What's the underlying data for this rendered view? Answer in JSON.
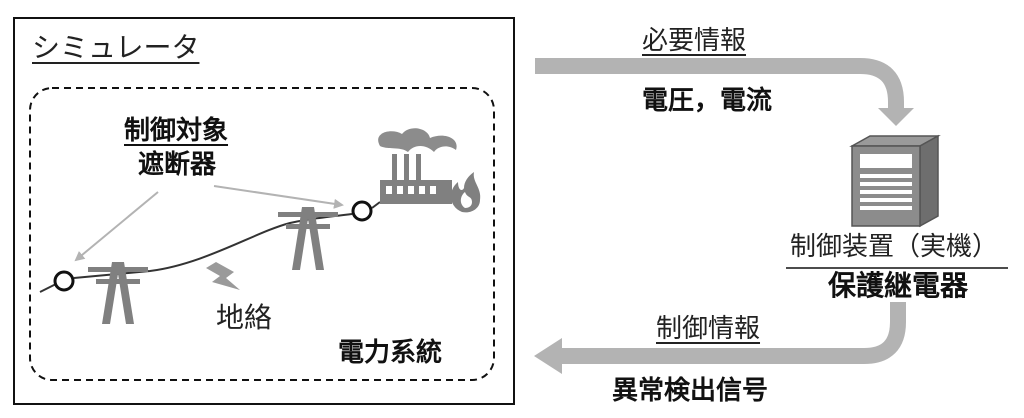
{
  "simulator": {
    "title": "シミュレータ",
    "power_system_label": "電力系統",
    "control_target": {
      "heading": "制御対象",
      "name": "遮断器"
    },
    "fault_label": "地絡"
  },
  "device": {
    "label": "制御装置（実機）",
    "name": "保護継電器"
  },
  "flows": {
    "top": {
      "heading": "必要情報",
      "detail": "電圧，電流"
    },
    "bottom": {
      "heading": "制御情報",
      "detail": "異常検出信号"
    }
  },
  "colors": {
    "arrow_gray": "#b3b3b3",
    "icon_gray": "#808080",
    "line_dark": "#333333"
  }
}
